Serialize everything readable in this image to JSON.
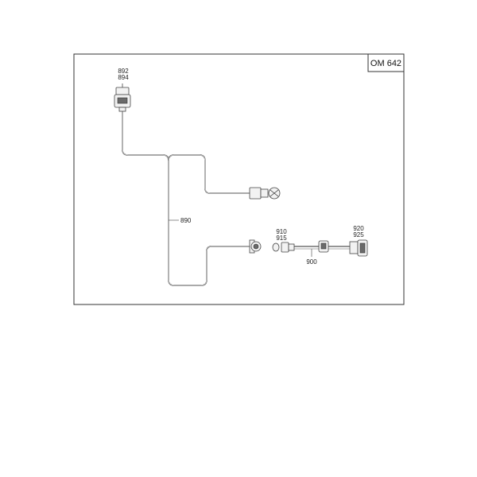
{
  "model_tag": "OM 642",
  "labels": {
    "p892": "892",
    "p894": "894",
    "p890": "890",
    "p910": "910",
    "p915": "915",
    "p900": "900",
    "p920": "920",
    "p925": "925"
  },
  "colors": {
    "frame": "#333333",
    "wire": "#555555",
    "background": "#ffffff"
  }
}
